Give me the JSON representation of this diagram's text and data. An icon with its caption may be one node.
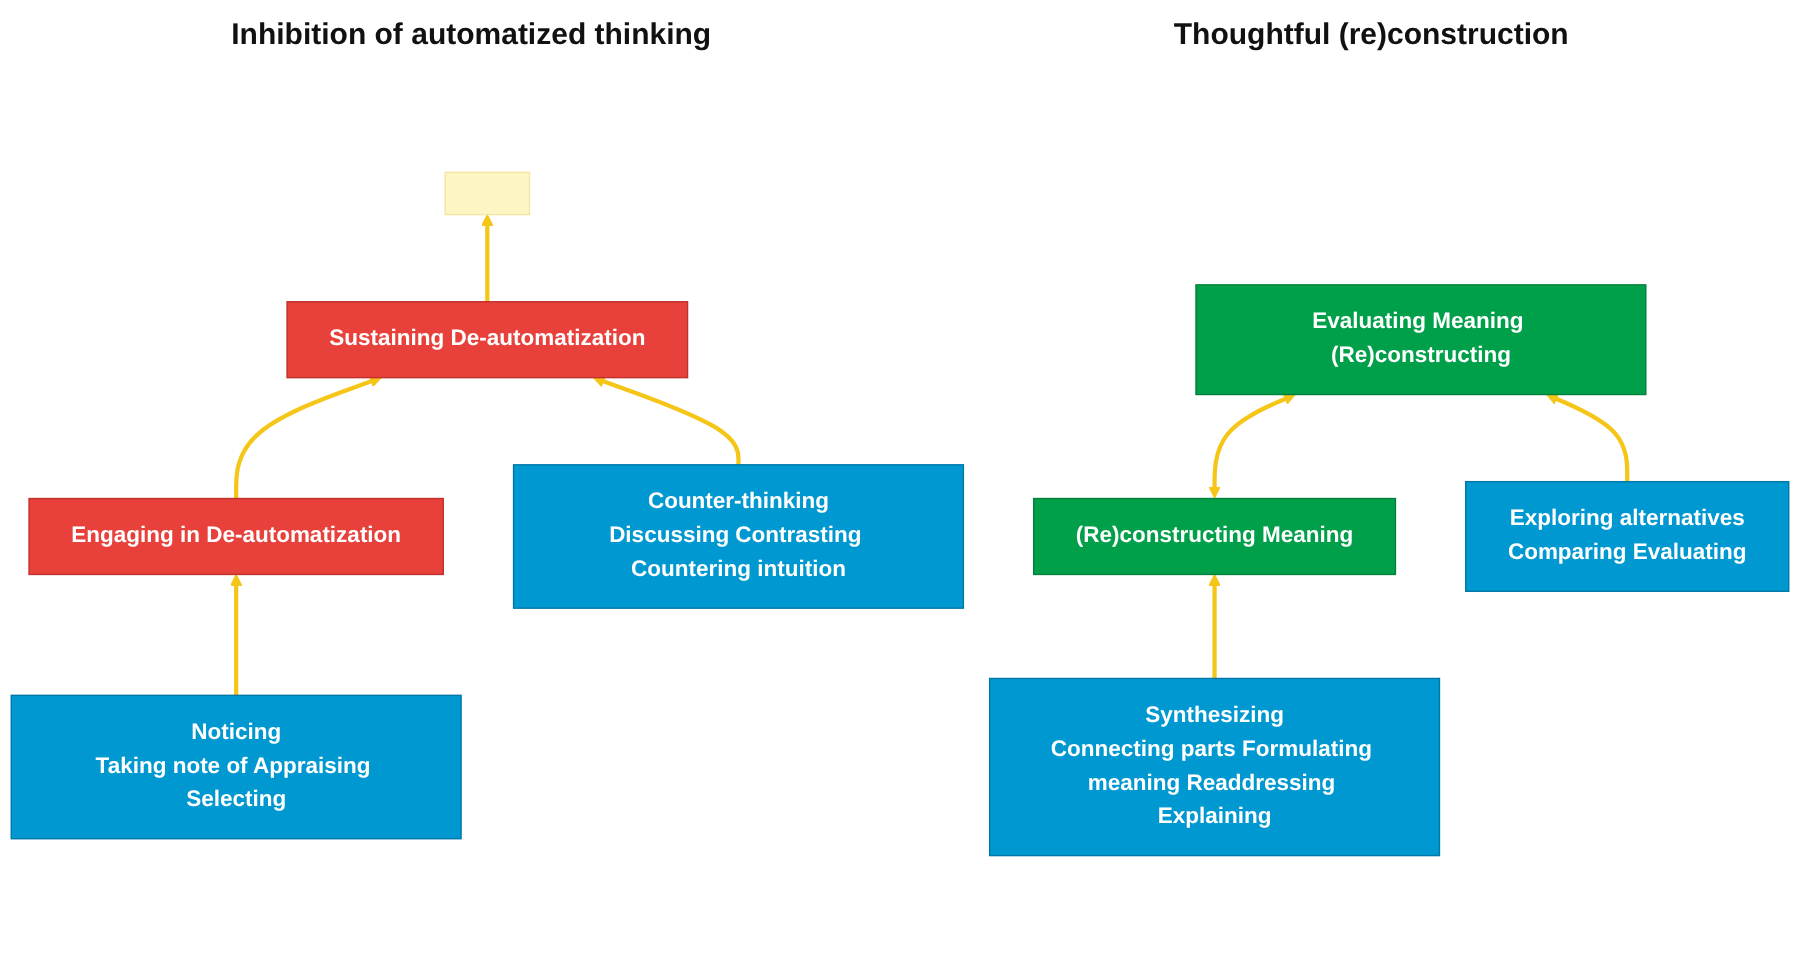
{
  "diagram": {
    "nodes": [
      {
        "text": [
          "Engaging in De-automatization"
        ]
      },
      {
        "text": [
          "Sustaining De-automatization"
        ]
      },
      {
        "text": [],
        "shape": "box"
      },
      {
        "text": [
          "(Re)constructing Meaning"
        ]
      },
      {
        "text": [
          "Evaluating Meaning (Re)constructing"
        ]
      },
      {
        "text": [
          "Noticing",
          "Taking note of Appraising Selecting"
        ]
      },
      {
        "text": [
          "Counter-thinking",
          "Discussing Contrasting Countering intuition"
        ]
      },
      {
        "text": [
          "Exploring alternatives",
          "Comparing Evaluating"
        ]
      },
      {
        "text": [
          "Synthesizing",
          "Connecting parts Formulating meaning Readdressing Explaining"
        ]
      }
    ],
    "edges": [
      {
        "from": 0,
        "to": 1,
        "arrow": "to"
      },
      {
        "from": 1,
        "to": 2,
        "arrow": "to"
      },
      {
        "from": 3,
        "to": 4,
        "arrow": "both"
      },
      {
        "from": 5,
        "to": 0,
        "arrow": "to"
      },
      {
        "from": 6,
        "to": 1,
        "arrow": "to"
      },
      {
        "from": 7,
        "to": 4,
        "arrow": "to"
      },
      {
        "from": 8,
        "to": 3,
        "arrow": "to"
      }
    ],
    "labels": [
      "Inhibition of automatized thinking",
      "Thoughtful (re)construction"
    ]
  }
}
